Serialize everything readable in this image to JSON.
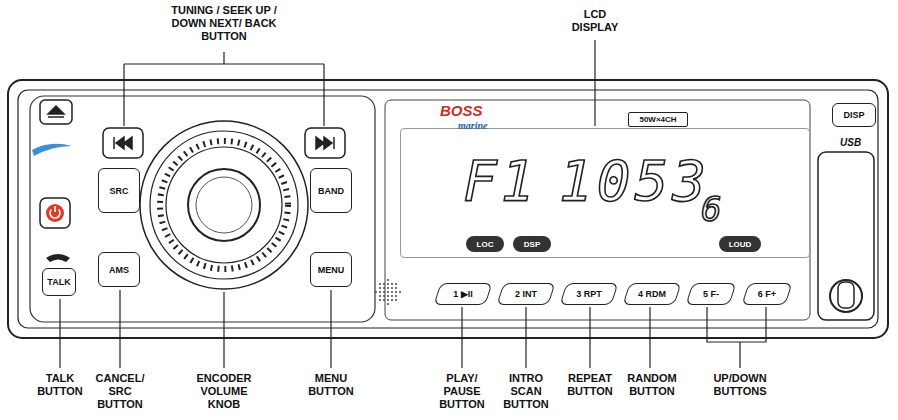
{
  "diagram": {
    "nodes": [
      {
        "text": [
          "DISP"
        ]
      },
      {
        "text": [
          "SRC"
        ]
      },
      {
        "text": [
          "BAND"
        ]
      },
      {
        "text": [
          "AMS"
        ]
      },
      {
        "text": [
          "MENU"
        ]
      },
      {
        "text": [
          "TALK"
        ]
      },
      {
        "text": [
          "50W×4CH"
        ]
      },
      {
        "text": [
          "F1",
          "1053",
          "6"
        ]
      },
      {
        "text": [
          "LOC"
        ],
        "in": 7
      },
      {
        "text": [
          "DSP"
        ],
        "in": 7
      },
      {
        "text": [
          "LOUD"
        ],
        "in": 7
      },
      {
        "text": [
          "1 ▶II"
        ]
      },
      {
        "text": [
          "2 INT"
        ]
      },
      {
        "text": [
          "3 RPT"
        ]
      },
      {
        "text": [
          "4 RDM"
        ]
      },
      {
        "text": [
          "5 F-"
        ]
      },
      {
        "text": [
          "6 F+"
        ]
      }
    ],
    "labels": [
      "TUNING / SEEK UP / DOWN NEXT/ BACK BUTTON",
      "LCD DISPLAY",
      "BOSS",
      "marine",
      "USB",
      "TALK BUTTON",
      "CANCEL/ SRC BUTTON",
      "ENCODER VOLUME KNOB",
      "MENU BUTTON",
      "PLAY/ PAUSE BUTTON",
      "INTRO SCAN BUTTON",
      "REPEAT BUTTON",
      "RANDOM BUTTON",
      "UP/DOWN BUTTONS"
    ]
  }
}
